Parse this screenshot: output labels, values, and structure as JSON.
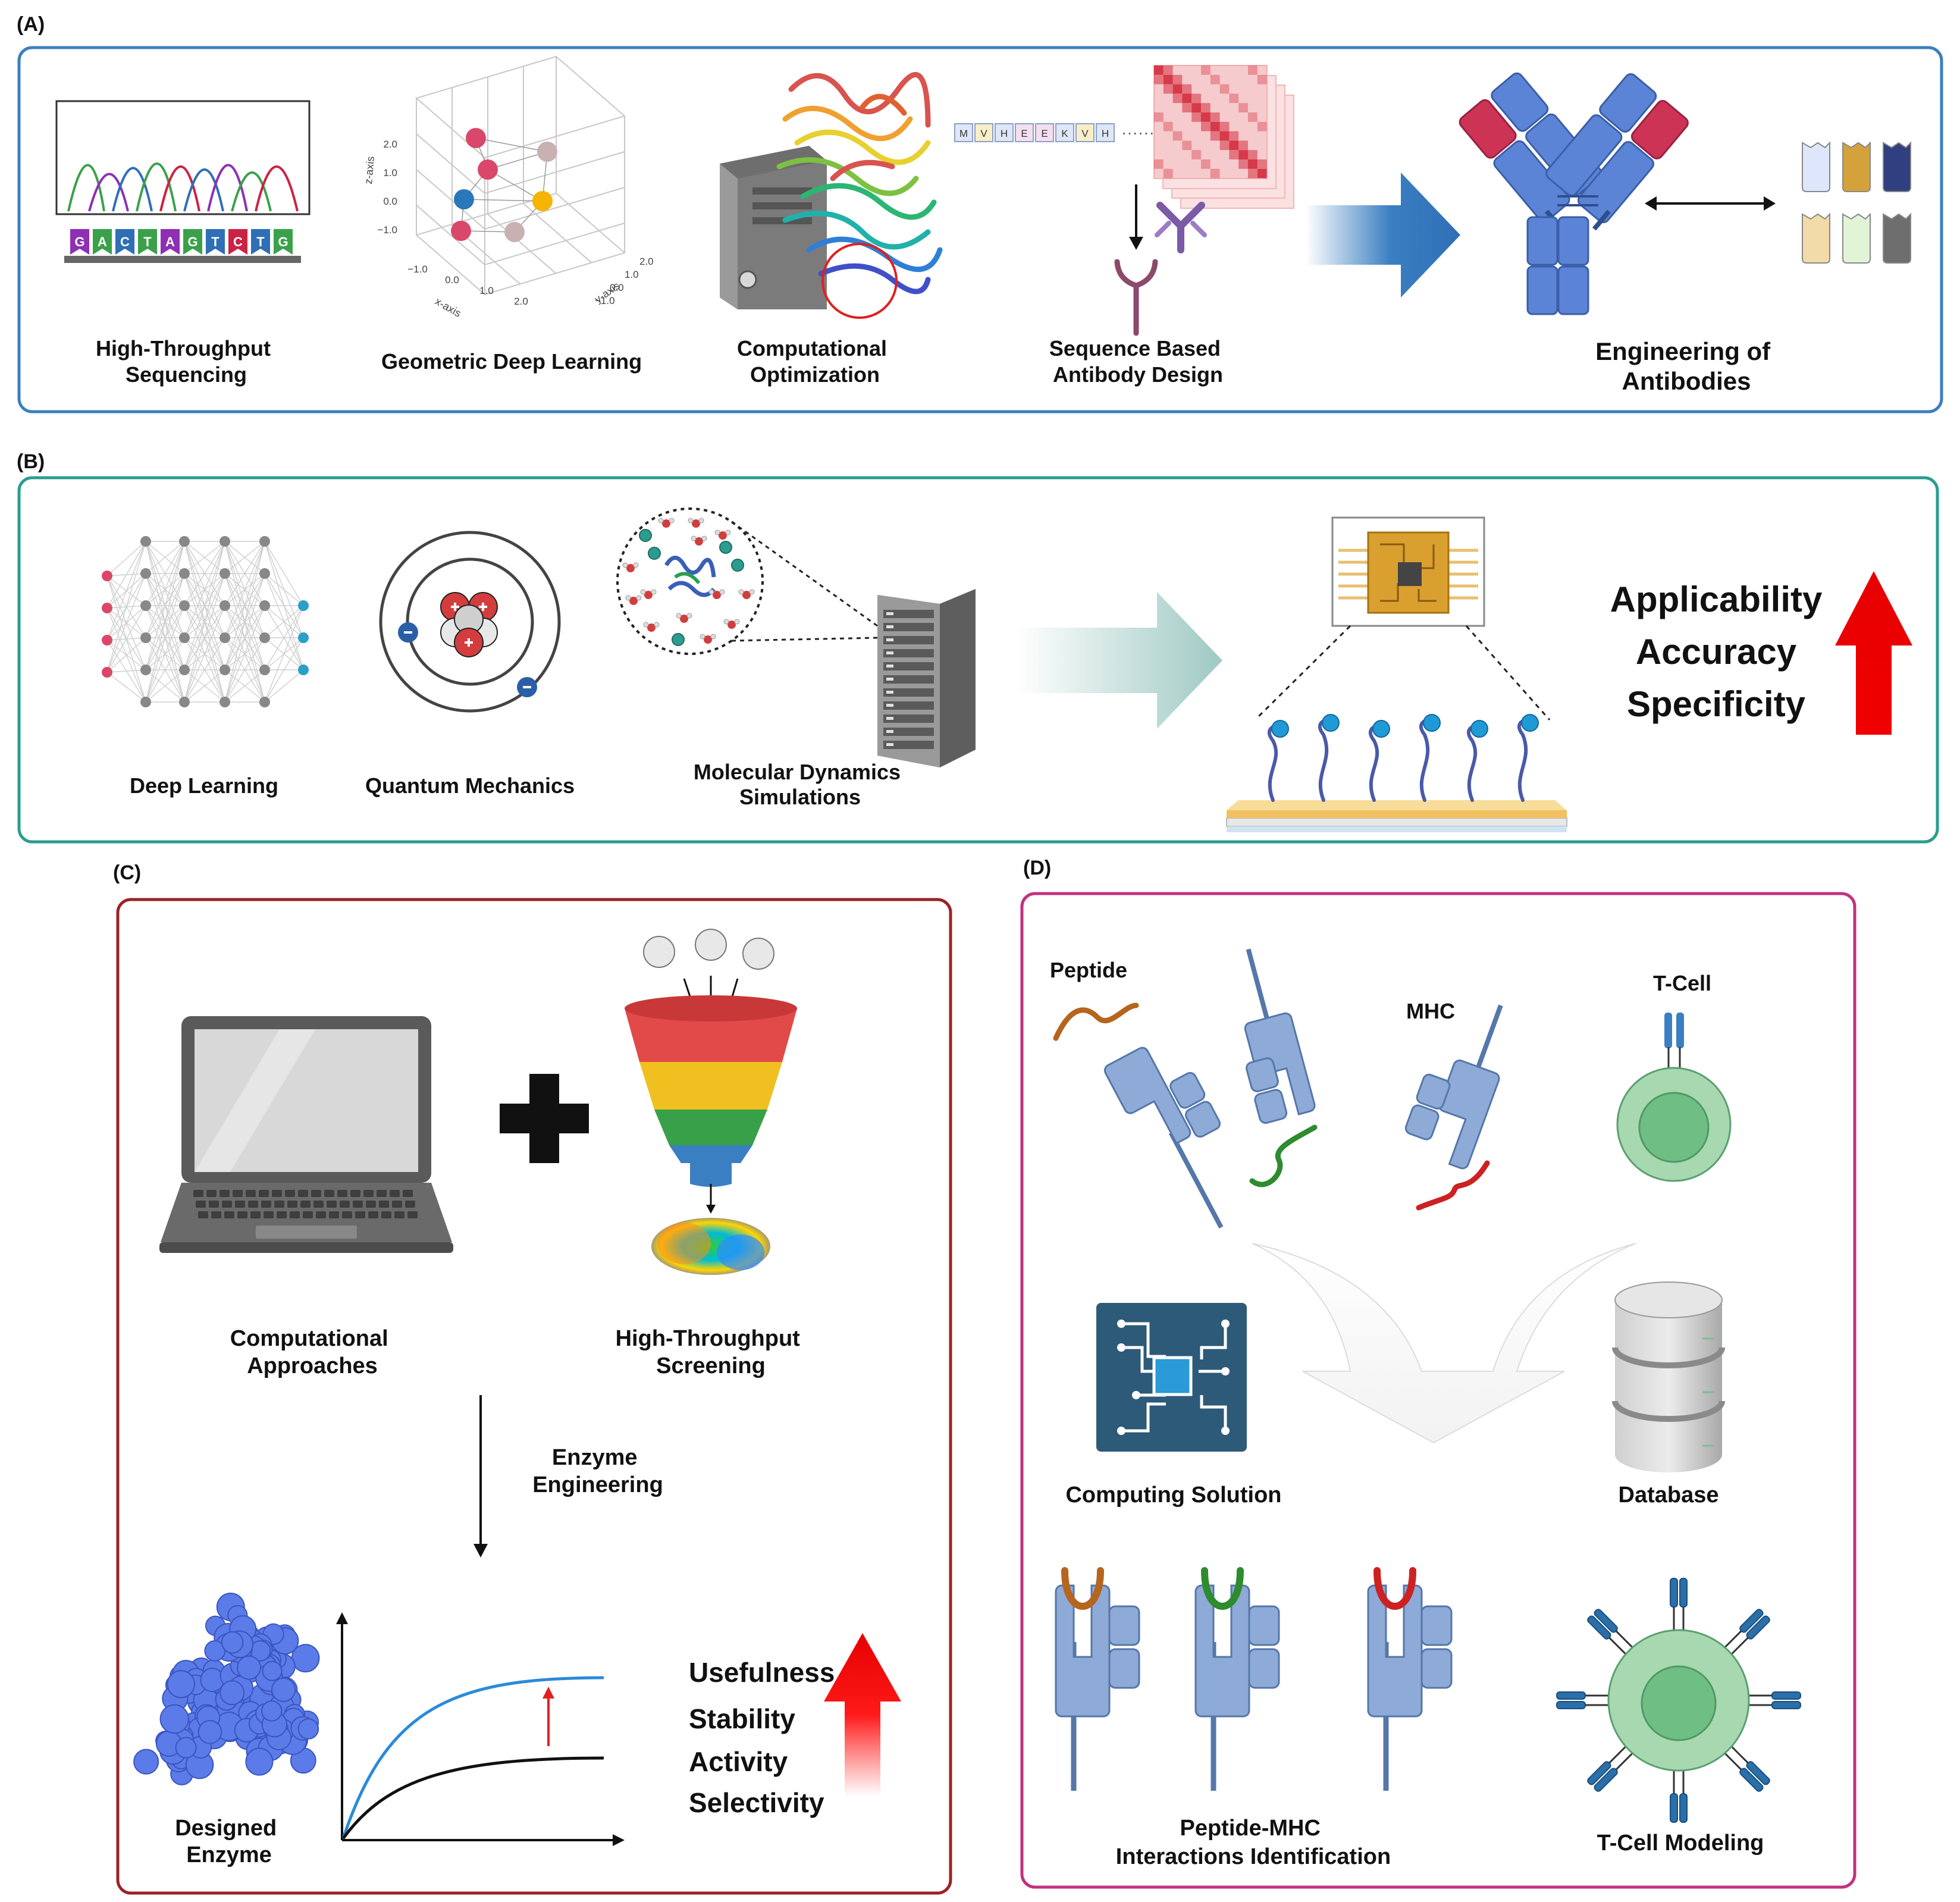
{
  "colors": {
    "panel_a": "#3a7fc1",
    "panel_b": "#2a9d8f",
    "panel_c": "#9b2226",
    "panel_d": "#c2317f",
    "arrow_red": "#e60000",
    "antibody_blue": "#5b84d6",
    "antibody_red": "#cc3355",
    "mhc_blue": "#8eaad6",
    "peptide_brown": "#b5651d",
    "peptide_green": "#2e8b2e",
    "peptide_red": "#cc2222",
    "tcell_green": "#a8d8b0"
  },
  "panel_a": {
    "tag": "(A)",
    "seq_letters": [
      "G",
      "A",
      "C",
      "T",
      "A",
      "G",
      "T",
      "C",
      "T",
      "G"
    ],
    "axis_labels": {
      "z": "z-axis",
      "x": "x-axis",
      "y": "y-axis"
    },
    "z_ticks": [
      "2.0",
      "1.0",
      "0.0",
      "−1.0"
    ],
    "x_ticks": [
      "−1.0",
      "0.0",
      "1.0",
      "2.0"
    ],
    "y_ticks": [
      "2.0",
      "1.0",
      "0.0",
      "−1.0"
    ],
    "sequence_tokens": [
      "M",
      "V",
      "H",
      "E",
      "E",
      "K",
      "V",
      "H"
    ],
    "sequence_dots": "·······",
    "label_sequencing_1": "High-Throughput",
    "label_sequencing_2": "Sequencing",
    "label_gdl": "Geometric Deep Learning",
    "label_opt_1": "Computational",
    "label_opt_2": "Optimization",
    "label_seqab_1": "Sequence Based",
    "label_seqab_2": "Antibody Design",
    "label_eng_1": "Engineering of",
    "label_eng_2": "Antibodies"
  },
  "panel_b": {
    "tag": "(B)",
    "label_dl": "Deep Learning",
    "label_qm": "Quantum Mechanics",
    "label_md_1": "Molecular Dynamics",
    "label_md_2": "Simulations",
    "benefits": [
      "Applicability",
      "Accuracy",
      "Specificity"
    ]
  },
  "panel_c": {
    "tag": "(C)",
    "label_comp_1": "Computational",
    "label_comp_2": "Approaches",
    "label_hts_1": "High-Throughput",
    "label_hts_2": "Screening",
    "label_ee_1": "Enzyme",
    "label_ee_2": "Engineering",
    "label_de_1": "Designed",
    "label_de_2": "Enzyme",
    "benefits": [
      "Usefulness",
      "Stability",
      "Activity",
      "Selectivity"
    ]
  },
  "panel_d": {
    "tag": "(D)",
    "label_peptide": "Peptide",
    "label_mhc": "MHC",
    "label_tcell": "T-Cell",
    "label_computing": "Computing Solution",
    "label_database": "Database",
    "label_pmhc_1": "Peptide-MHC",
    "label_pmhc_2": "Interactions Identification",
    "label_tcell_modeling": "T-Cell Modeling"
  }
}
